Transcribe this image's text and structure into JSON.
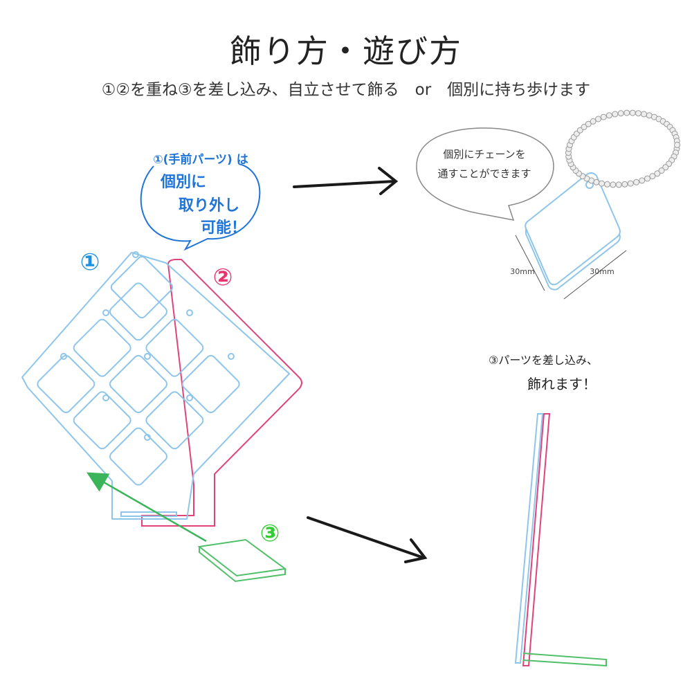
{
  "header": {
    "title": "飾り方・遊び方",
    "subtitle": "①②を重ね③を差し込み、自立させて飾る　or　個別に持ち歩けます"
  },
  "callout_removable": {
    "line1": "①(手前パーツ) は",
    "line2": "個別に",
    "line3": "取り外し",
    "line4": "可能！"
  },
  "callout_chain": {
    "line1": "個別にチェーンを",
    "line2": "通すことができます"
  },
  "part_labels": {
    "part1": "①",
    "part2": "②",
    "part3": "③"
  },
  "dimensions": {
    "width": "30mm",
    "height": "30mm"
  },
  "stand_caption": {
    "line1": "③パーツを差し込み、",
    "line2": "飾れます！"
  },
  "colors": {
    "part1": "#8ec5ea",
    "part2": "#e0427a",
    "part3": "#4fbf6a",
    "label1": "#1f8fe0",
    "label2": "#e8336d",
    "label3": "#33cc33",
    "callout_text": "#1f74d8",
    "arrow": "#1a1a1a",
    "chain": "#9a9a9a"
  }
}
